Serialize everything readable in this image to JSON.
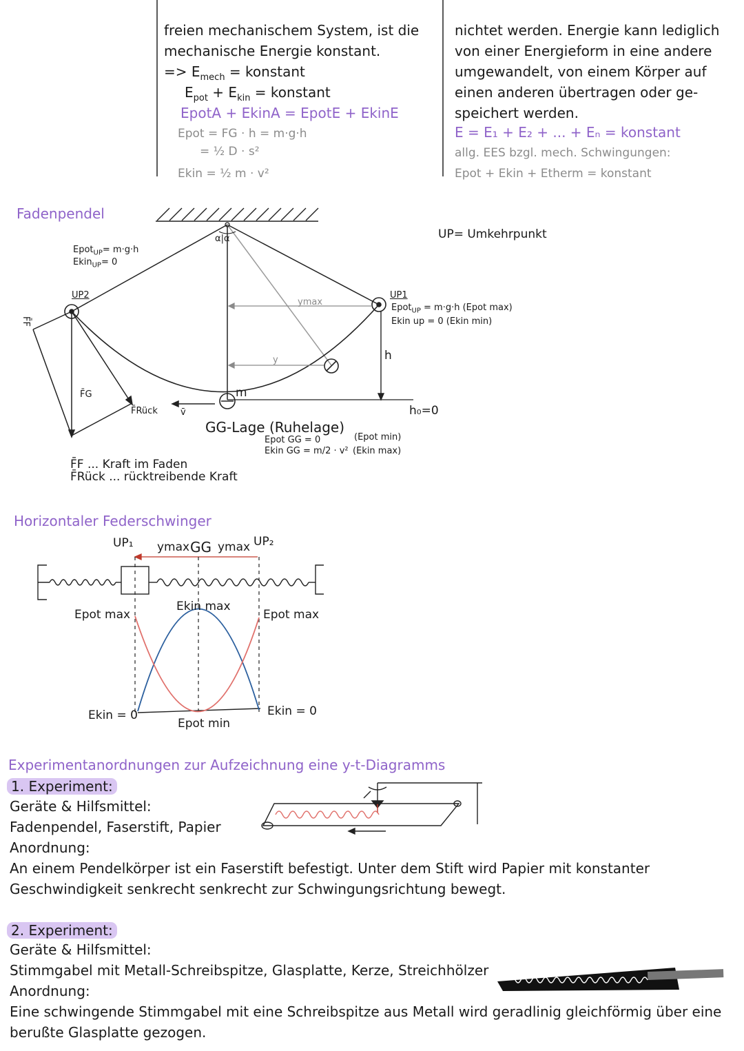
{
  "top_left": {
    "lines": [
      "freien mechanischem System, ist die",
      "mechanische Energie konstant.",
      "=> E",
      "E",
      "EpotA + EkinA = EpotE + EkinE",
      "Epot = FG · h = m·g·h",
      "= ½ D · s²",
      "Ekin = ½ m · v²"
    ],
    "emech_sub": "mech",
    "emech_rest": " = konstant",
    "epot_sub": "pot",
    "ekin_mid": " + E",
    "ekin_sub": "kin",
    "ekin_rest": " = konstant"
  },
  "top_right": {
    "lines": [
      "nichtet werden. Energie kann lediglich",
      "von einer Energieform in eine andere",
      "umgewandelt, von einem Körper auf",
      "einen anderen übertragen oder ge-",
      "speichert werden.",
      "E = E₁ + E₂ + ... + Eₙ = konstant",
      "allg. EES bzgl. mech. Schwingungen:",
      "Epot + Ekin + Etherm = konstant"
    ]
  },
  "fadenpendel": {
    "heading": "Fadenpendel",
    "up_legend": "UP= Umkehrpunkt",
    "left_label1": "Epot",
    "left_label1_sub": "UP",
    "left_label1_rest": "= m·g·h",
    "left_label2": "Ekin",
    "left_label2_sub": "UP",
    "left_label2_rest": "= 0",
    "up2": "UP2",
    "up1": "UP1",
    "up1_line1": "Epot",
    "up1_line1_sub": "UP",
    "up1_line1_rest": " = m·g·h  (Epot max)",
    "up1_line2": "Ekin up",
    "up1_line2_rest": " = 0  (Ekin min)",
    "ymax": "ymax",
    "y": "y",
    "h": "h",
    "m": "m",
    "h0": "h₀=0",
    "alpha": "α|α",
    "ff": "F̄F",
    "fg": "F̄G",
    "fruck": "F̄Rück",
    "v": "v̄",
    "gg_label": "GG-Lage (Ruhelage)",
    "gg_epot": "Epot GG = 0",
    "gg_ekin": "Ekin GG = m/2 · v²",
    "gg_epot_note": "(Epot min)",
    "gg_ekin_note": "(Ekin max)",
    "legend1": "F̄F ... Kraft im Faden",
    "legend2": "F̄Rück ... rücktreibende Kraft"
  },
  "federschwinger": {
    "heading": "Horizontaler Federschwinger",
    "up1": "UP₁",
    "up2": "UP₂",
    "ymax_left": "ymax",
    "gg": "GG",
    "ymax_right": "ymax",
    "ekin_max": "Ekin max",
    "epot_max_left": "Epot max",
    "epot_max_right": "Epot max",
    "ekin0_left": "Ekin = 0",
    "ekin0_right": "Ekin = 0",
    "epot_min": "Epot min"
  },
  "experiments": {
    "heading": "Experimentanordnungen zur Aufzeichnung eine y-t-Diagramms",
    "exp1_title": "1. Experiment:",
    "exp1_tools_label": "Geräte & Hilfsmittel:",
    "exp1_tools": "Fadenpendel, Faserstift, Papier",
    "exp1_setup_label": "Anordnung:",
    "exp1_setup_1": "An einem Pendelkörper ist ein Faserstift befestigt. Unter dem Stift wird Papier mit konstanter",
    "exp1_setup_2": "Geschwindigkeit senkrecht senkrecht zur Schwingungsrichtung bewegt.",
    "exp2_title": "2. Experiment:",
    "exp2_tools_label": "Geräte & Hilfsmittel:",
    "exp2_tools": "Stimmgabel mit Metall-Schreibspitze, Glasplatte, Kerze, Streichhölzer",
    "exp2_setup_label": "Anordnung:",
    "exp2_setup_1": "Eine schwingende Stimmgabel mit eine Schreibspitze aus Metall wird geradlinig gleichförmig über eine",
    "exp2_setup_2": "berußte Glasplatte gezogen."
  },
  "colors": {
    "purple": "#8f63c9",
    "gray": "#8b8b8b",
    "curve_red": "#e0706b",
    "curve_blue": "#2b5f9e"
  }
}
